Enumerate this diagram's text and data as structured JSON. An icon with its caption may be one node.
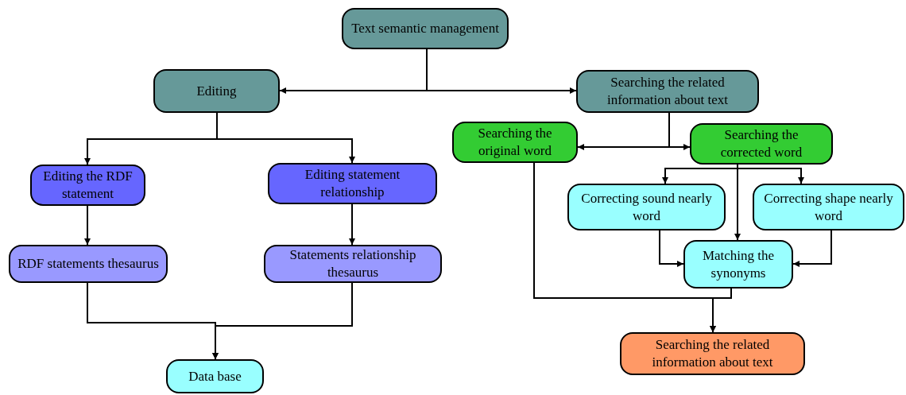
{
  "diagram": {
    "nodes": [
      {
        "text": [
          "Text semantic management"
        ]
      },
      {
        "text": [
          "Editing"
        ]
      },
      {
        "text": [
          "Searching the related information about text"
        ]
      },
      {
        "text": [
          "Searching the original word"
        ]
      },
      {
        "text": [
          "Searching the corrected word"
        ]
      },
      {
        "text": [
          "Editing the RDF statement"
        ]
      },
      {
        "text": [
          "Editing statement relationship"
        ]
      },
      {
        "text": [
          "Correcting sound nearly word"
        ]
      },
      {
        "text": [
          "Correcting shape nearly word"
        ]
      },
      {
        "text": [
          "RDF statements thesaurus"
        ]
      },
      {
        "text": [
          "Statements relationship thesaurus"
        ]
      },
      {
        "text": [
          "Matching the synonyms"
        ]
      },
      {
        "text": [
          "Data base"
        ]
      },
      {
        "text": [
          "Searching the related information about text"
        ]
      }
    ],
    "edges": [
      {
        "from": 0,
        "to": 1,
        "arrow": "to"
      },
      {
        "from": 0,
        "to": 2,
        "arrow": "to"
      },
      {
        "from": 2,
        "to": 3,
        "arrow": "to"
      },
      {
        "from": 2,
        "to": 4,
        "arrow": "to"
      },
      {
        "from": 1,
        "to": 5,
        "arrow": "to"
      },
      {
        "from": 1,
        "to": 6,
        "arrow": "to"
      },
      {
        "from": 4,
        "to": 7,
        "arrow": "to"
      },
      {
        "from": 4,
        "to": 8,
        "arrow": "to"
      },
      {
        "from": 4,
        "to": 11,
        "arrow": "to"
      },
      {
        "from": 7,
        "to": 11,
        "arrow": "to"
      },
      {
        "from": 8,
        "to": 11,
        "arrow": "to"
      },
      {
        "from": 3,
        "to": 13,
        "arrow": "to"
      },
      {
        "from": 11,
        "to": 13,
        "arrow": "to"
      },
      {
        "from": 5,
        "to": 9,
        "arrow": "to"
      },
      {
        "from": 6,
        "to": 10,
        "arrow": "to"
      },
      {
        "from": 9,
        "to": 12,
        "arrow": "to"
      },
      {
        "from": 10,
        "to": 12,
        "arrow": "to"
      }
    ]
  }
}
